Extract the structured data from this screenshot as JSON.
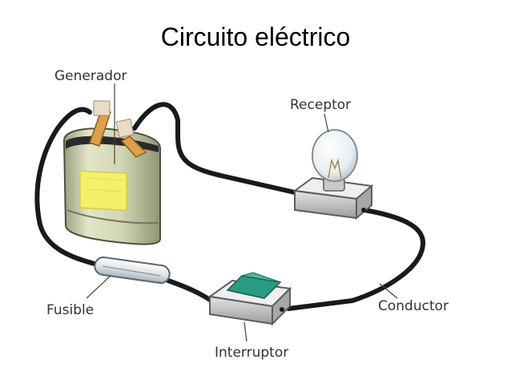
{
  "title": "Circuito eléctrico",
  "labels": {
    "generator": "Generador",
    "receiver": "Receptor",
    "fuse": "Fusible",
    "conductor": "Conductor",
    "switch": "Interruptor"
  }
}
